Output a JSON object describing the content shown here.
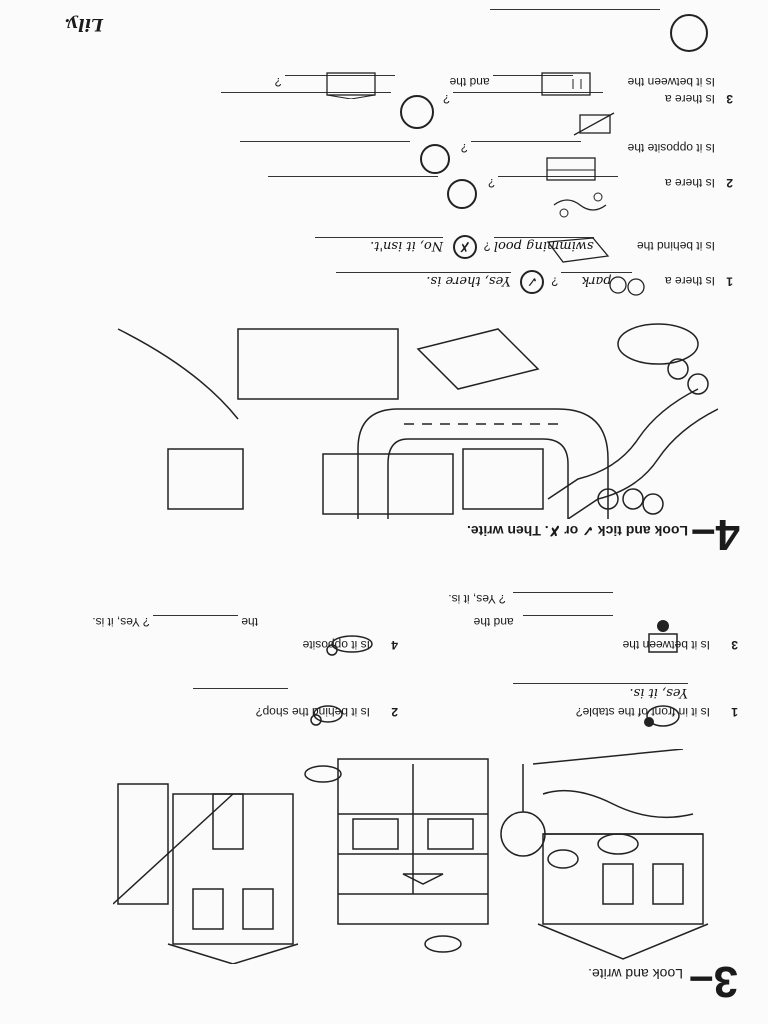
{
  "ex3": {
    "number": "3",
    "dash": "–",
    "heading": "Look and write.",
    "items": [
      {
        "num": "1",
        "question": "Is it in front of the stable?",
        "answer": "Yes, it is."
      },
      {
        "num": "2",
        "question": "Is it behind the shop?"
      },
      {
        "num": "3",
        "part1": "Is it between the",
        "part2": "and the",
        "part3": "? Yes, it is."
      },
      {
        "num": "4",
        "part1": "Is it opposite",
        "part2": "the",
        "part3": "? Yes, it is."
      }
    ]
  },
  "ex4": {
    "number": "4",
    "dash": "–",
    "heading": "Look and tick ✓ or ✗. Then write.",
    "items": [
      {
        "num": "1",
        "q1": "Is there a",
        "q1_word": "park",
        "q1_mark": "✓",
        "q1_answer": "Yes, there is.",
        "q2": "Is it behind the",
        "q2_word": "swimming pool",
        "q2_mark": "✗",
        "q2_answer": "No, it isn't."
      },
      {
        "num": "2",
        "q1": "Is there a",
        "q2": "Is it opposite the"
      },
      {
        "num": "3",
        "q1": "Is there a",
        "q2": "Is it between the",
        "q2_mid": "and the"
      }
    ]
  },
  "teacher_note": "Lily."
}
